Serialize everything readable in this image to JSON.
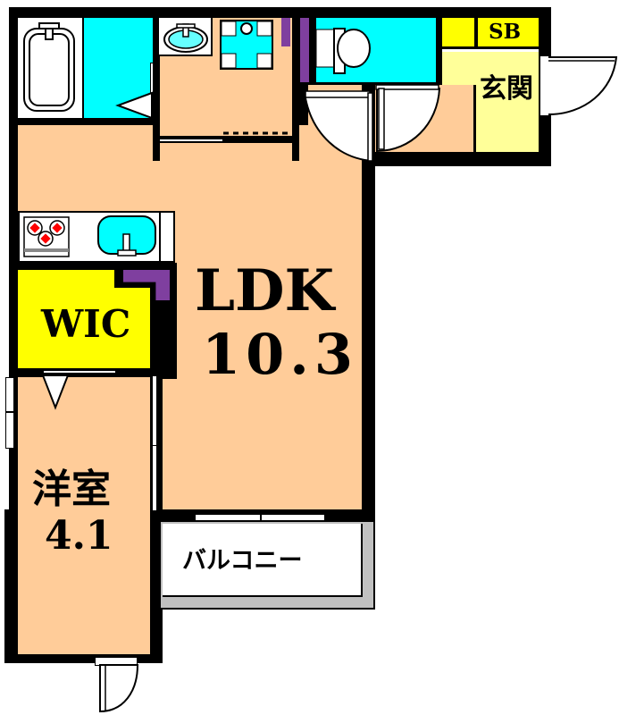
{
  "rooms": {
    "ldk": {
      "label": "LDK",
      "size": "10.3"
    },
    "western_room": {
      "label": "洋室",
      "size": "4.1"
    },
    "wic": {
      "label": "WIC"
    },
    "entrance": {
      "label": "玄関"
    },
    "shoe_box": {
      "label": "SB"
    },
    "balcony": {
      "label": "バルコニー"
    }
  },
  "colors": {
    "floor": "#FFCC99",
    "wet_area": "#00FFFF",
    "storage": "#FFFF00",
    "entrance": "#FFFF99",
    "pipe_shaft": "#7F3F9F",
    "wall": "#000000",
    "balcony_edge": "#C0C0C0"
  }
}
